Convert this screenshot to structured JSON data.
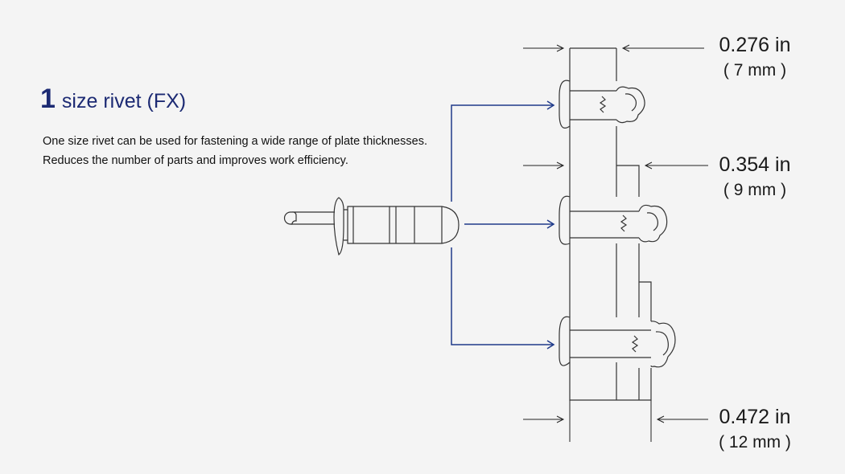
{
  "heading": {
    "number": "1",
    "text": "size rivet (FX)"
  },
  "description": {
    "line1": "One size rivet can be used for fastening a wide range of plate thicknesses.",
    "line2": "Reduces the number of parts and improves work efficiency."
  },
  "dimensions": [
    {
      "inches": "0.276 in",
      "mm": "( 7 mm )"
    },
    {
      "inches": "0.354 in",
      "mm": "( 9 mm )"
    },
    {
      "inches": "0.472 in",
      "mm": "( 12 mm )"
    }
  ],
  "colors": {
    "accent": "#1c2a73",
    "arrow": "#1f3a8a",
    "line": "#333333",
    "background": "#f4f4f4"
  }
}
